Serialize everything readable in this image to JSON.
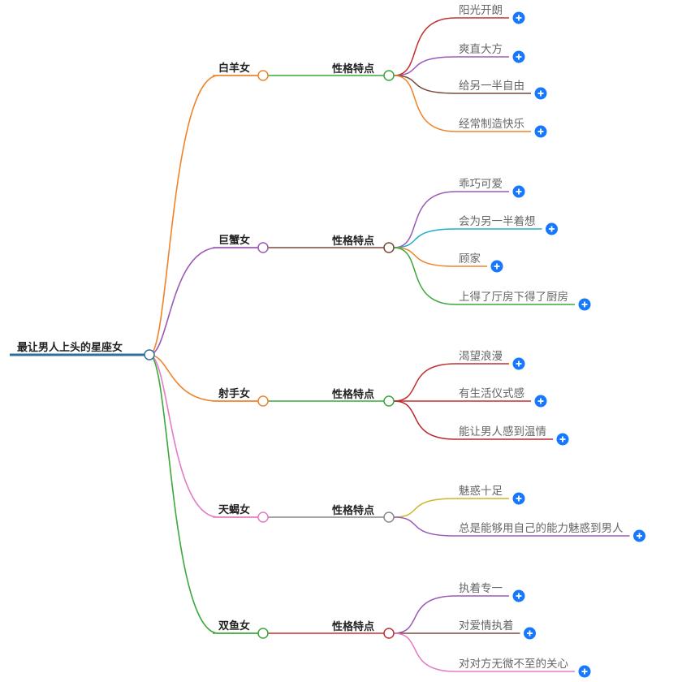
{
  "colors": {
    "root_line": "#2f6f9f",
    "node_fill": "#ffffff",
    "plus_fill": "#1677ff",
    "plus_mark": "#ffffff"
  },
  "icons": {
    "expand": "plus-circle-icon"
  },
  "root": {
    "label": "最让男人上头的星座女"
  },
  "branches": [
    {
      "label": "白羊女",
      "color": "#f0832a",
      "child": {
        "label": "性格特点",
        "color": "#3aa83a"
      },
      "leaves": [
        {
          "label": "阳光开朗",
          "color": "#c0312e"
        },
        {
          "label": "爽直大方",
          "color": "#9b59b6"
        },
        {
          "label": "给另一半自由",
          "color": "#7a4a3a"
        },
        {
          "label": "经常制造快乐",
          "color": "#f0832a"
        }
      ]
    },
    {
      "label": "巨蟹女",
      "color": "#9b59b6",
      "child": {
        "label": "性格特点",
        "color": "#7a4a3a"
      },
      "leaves": [
        {
          "label": "乖巧可爱",
          "color": "#9b59b6"
        },
        {
          "label": "会为另一半着想",
          "color": "#1fb0c4"
        },
        {
          "label": "顾家",
          "color": "#f0832a"
        },
        {
          "label": "上得了厅房下得了厨房",
          "color": "#3aa83a"
        }
      ]
    },
    {
      "label": "射手女",
      "color": "#f0832a",
      "child": {
        "label": "性格特点",
        "color": "#3aa83a"
      },
      "leaves": [
        {
          "label": "渴望浪漫",
          "color": "#c0312e"
        },
        {
          "label": "有生活仪式感",
          "color": "#c0312e"
        },
        {
          "label": "能让男人感到温情",
          "color": "#b8292f"
        }
      ]
    },
    {
      "label": "天蝎女",
      "color": "#e47bc5",
      "child": {
        "label": "性格特点",
        "color": "#888888"
      },
      "leaves": [
        {
          "label": "魅惑十足",
          "color": "#c9b82a"
        },
        {
          "label": "总是能够用自己的能力魅惑到男人",
          "color": "#9b59b6"
        }
      ]
    },
    {
      "label": "双鱼女",
      "color": "#3aa83a",
      "child": {
        "label": "性格特点",
        "color": "#c0312e"
      },
      "leaves": [
        {
          "label": "执着专一",
          "color": "#9b59b6"
        },
        {
          "label": "对爱情执着",
          "color": "#7a4a3a"
        },
        {
          "label": "对对方无微不至的关心",
          "color": "#e47bc5"
        }
      ]
    }
  ]
}
